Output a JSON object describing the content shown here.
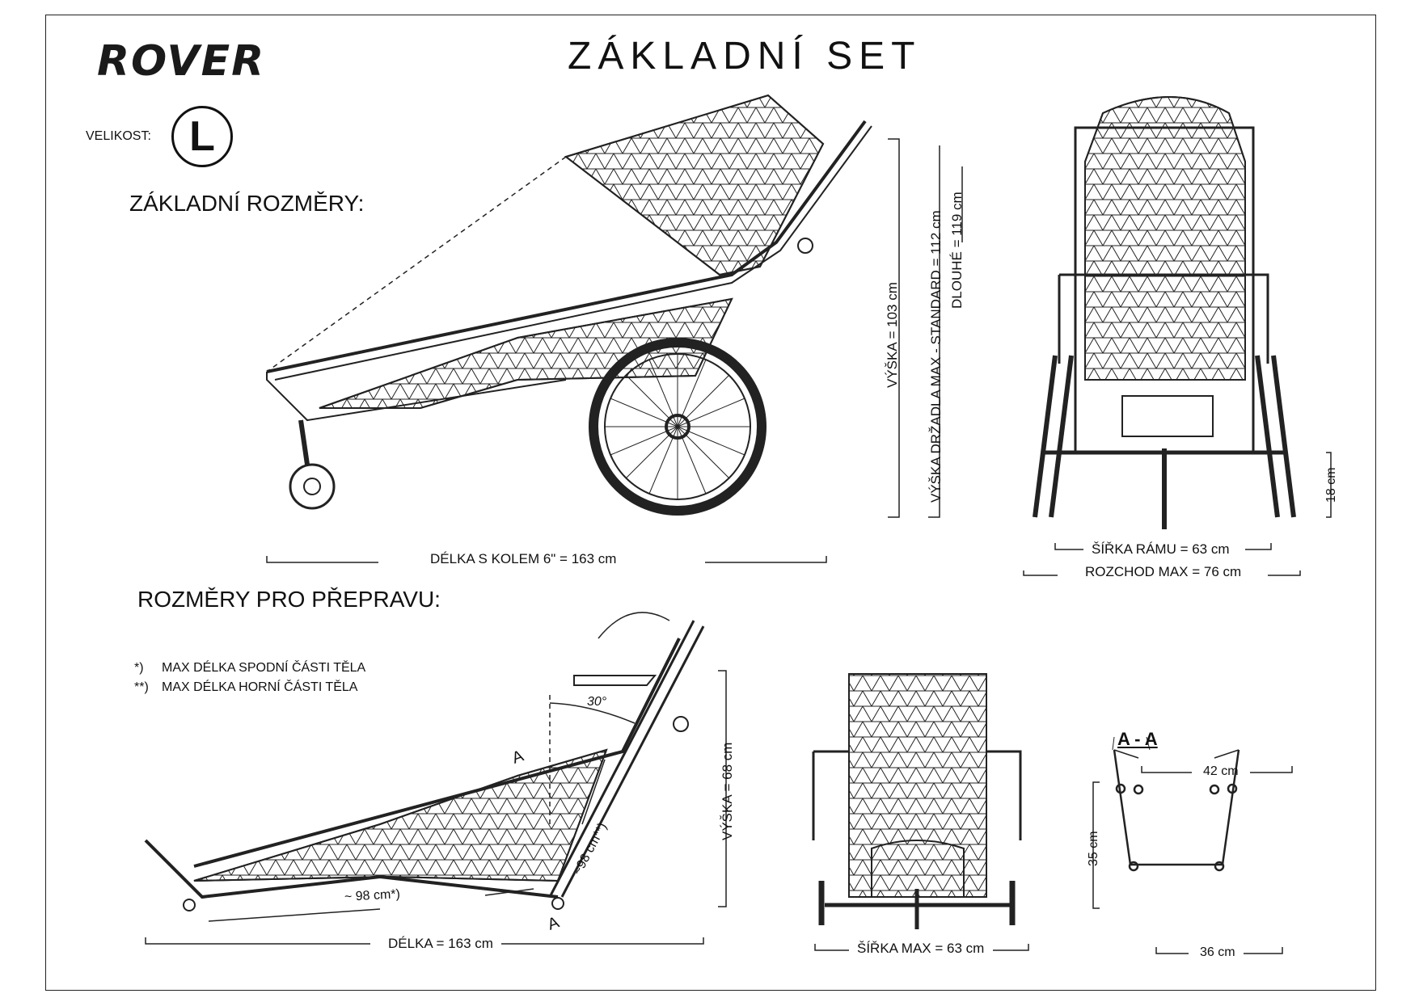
{
  "brand": {
    "logo_text": "ROVER"
  },
  "header": {
    "title": "ZÁKLADNÍ SET"
  },
  "size": {
    "label": "VELIKOST:",
    "value": "L"
  },
  "basic": {
    "heading": "ZÁKLADNÍ ROZMĚRY:",
    "length_label": "DÉLKA S KOLEM  6\" = 163 cm",
    "height_label": "VÝŠKA = 103 cm",
    "handle_label": "VÝŠKA DRŽADLA MAX -  STANDARD = 112 cm",
    "handle_long": "DLOUHÉ    = 119 cm",
    "frame_width": "ŠÍŘKA RÁMU = 63 cm",
    "spread_max": "ROZCHOD MAX = 76 cm",
    "ground_clearance": "18 cm"
  },
  "transport": {
    "heading": "ROZMĚRY PRO PŘEPRAVU:",
    "note1_mark": "*)",
    "note1_text": "MAX DÉLKA SPODNÍ ČÁSTI TĚLA",
    "note2_mark": "**)",
    "note2_text": "MAX DÉLKA HORNÍ ČÁSTI TĚLA",
    "angle": "30°",
    "section_mark": "A",
    "lower_length": "~ 98 cm*)",
    "upper_length": "~98 cm**)",
    "length_label": "DÉLKA = 163 cm",
    "height_label": "VÝŠKA = 68 cm",
    "width_max": "ŠÍŘKA MAX = 63 cm"
  },
  "section": {
    "title": "A - A",
    "top_width": "42 cm",
    "bottom_width": "36 cm",
    "depth": "35 cm"
  }
}
